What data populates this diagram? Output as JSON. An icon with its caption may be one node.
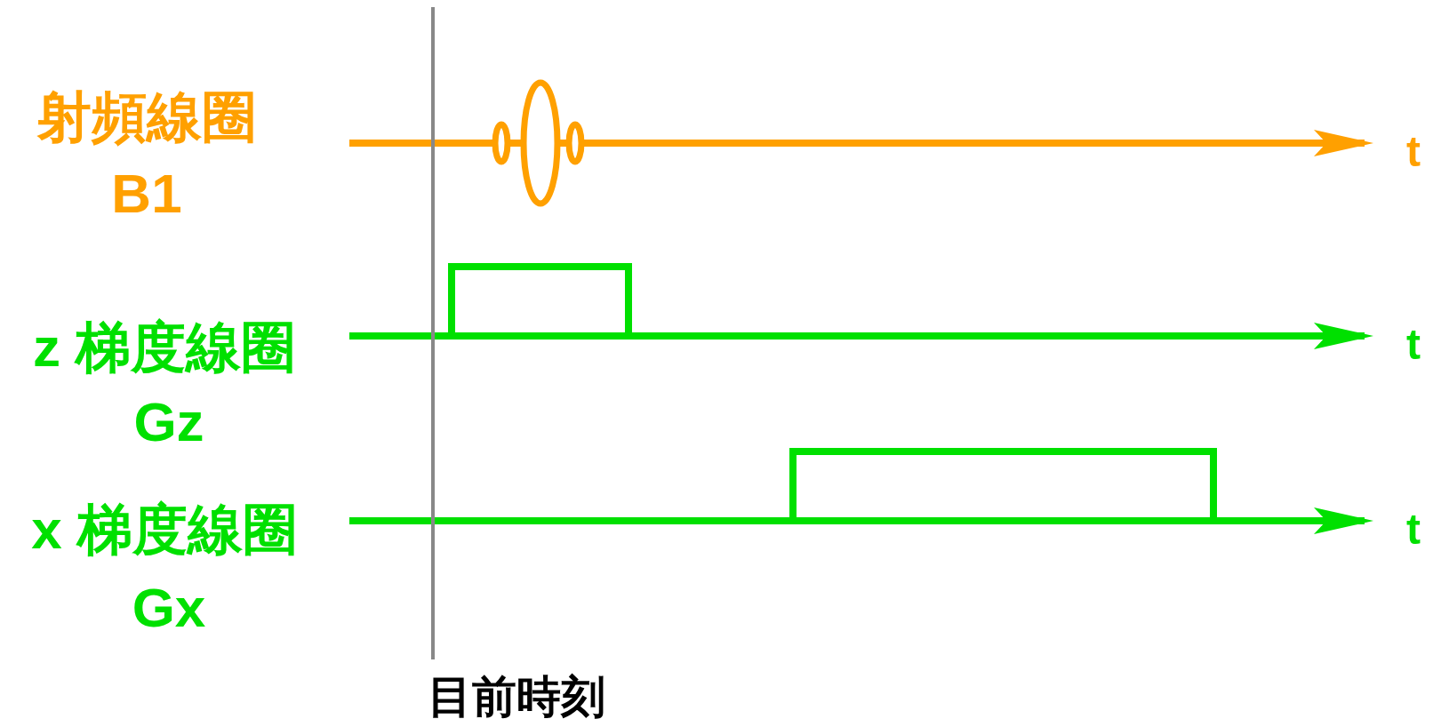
{
  "diagram": {
    "labels": [
      "射頻線圈",
      "B1",
      "t",
      "z 梯度線圈",
      "Gz",
      "t",
      "x 梯度線圈",
      "Gx",
      "t",
      "目前時刻"
    ]
  }
}
